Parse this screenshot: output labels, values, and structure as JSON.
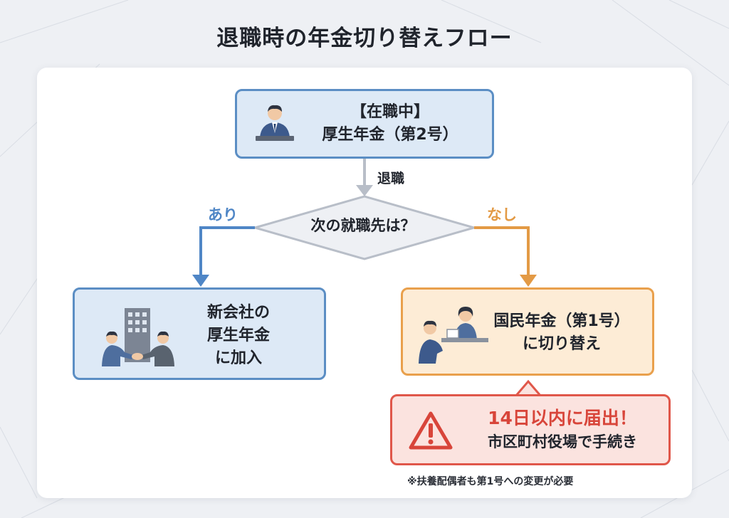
{
  "title": "退職時の年金切り替えフロー",
  "start_box": {
    "line1": "【在職中】",
    "line2": "厚生年金（第2号）",
    "icon": "businessman-at-desk-icon"
  },
  "edge_retire": "退職",
  "decision": {
    "text": "次の就職先は？"
  },
  "branch_yes": {
    "label": "あり",
    "color": "#4f86c6"
  },
  "branch_no": {
    "label": "なし",
    "color": "#e39a45"
  },
  "new_company_box": {
    "line1": "新会社の",
    "line2": "厚生年金",
    "line3": "に加入",
    "icon": "handshake-building-icon"
  },
  "national_box": {
    "line1": "国民年金（第1号）",
    "line2": "に切り替え",
    "icon": "service-counter-icon"
  },
  "warning_box": {
    "line1": "14日以内に届出！",
    "line2": "市区町村役場で手続き",
    "icon": "warning-triangle-icon"
  },
  "footnote": "※扶養配偶者も第1号への変更が必要",
  "colors": {
    "blue": "#5b8ec4",
    "orange": "#e9a04c",
    "red": "#e0574a",
    "gray": "#b8bec8"
  }
}
